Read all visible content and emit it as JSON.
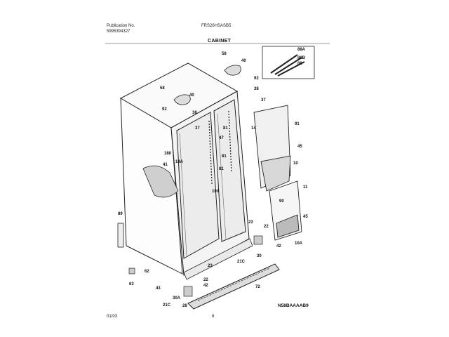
{
  "header": {
    "publication_label": "Publication No.",
    "publication_number": "5995394327",
    "model": "FRS26HSASB5",
    "section": "CABINET"
  },
  "footer": {
    "date": "01/03",
    "page": "6",
    "diagram_code": "N58BAAAAB9"
  },
  "callouts": [
    "58",
    "40",
    "92",
    "38",
    "40",
    "58",
    "92",
    "38",
    "37",
    "37",
    "47",
    "81",
    "81",
    "180",
    "14A",
    "81",
    "41",
    "100",
    "14",
    "91",
    "45",
    "10",
    "11",
    "90",
    "45",
    "89",
    "23",
    "22",
    "10A",
    "42",
    "30",
    "21C",
    "23",
    "22",
    "42",
    "62",
    "63",
    "43",
    "30A",
    "21C",
    "28",
    "72",
    "88A",
    "88B",
    "88"
  ]
}
